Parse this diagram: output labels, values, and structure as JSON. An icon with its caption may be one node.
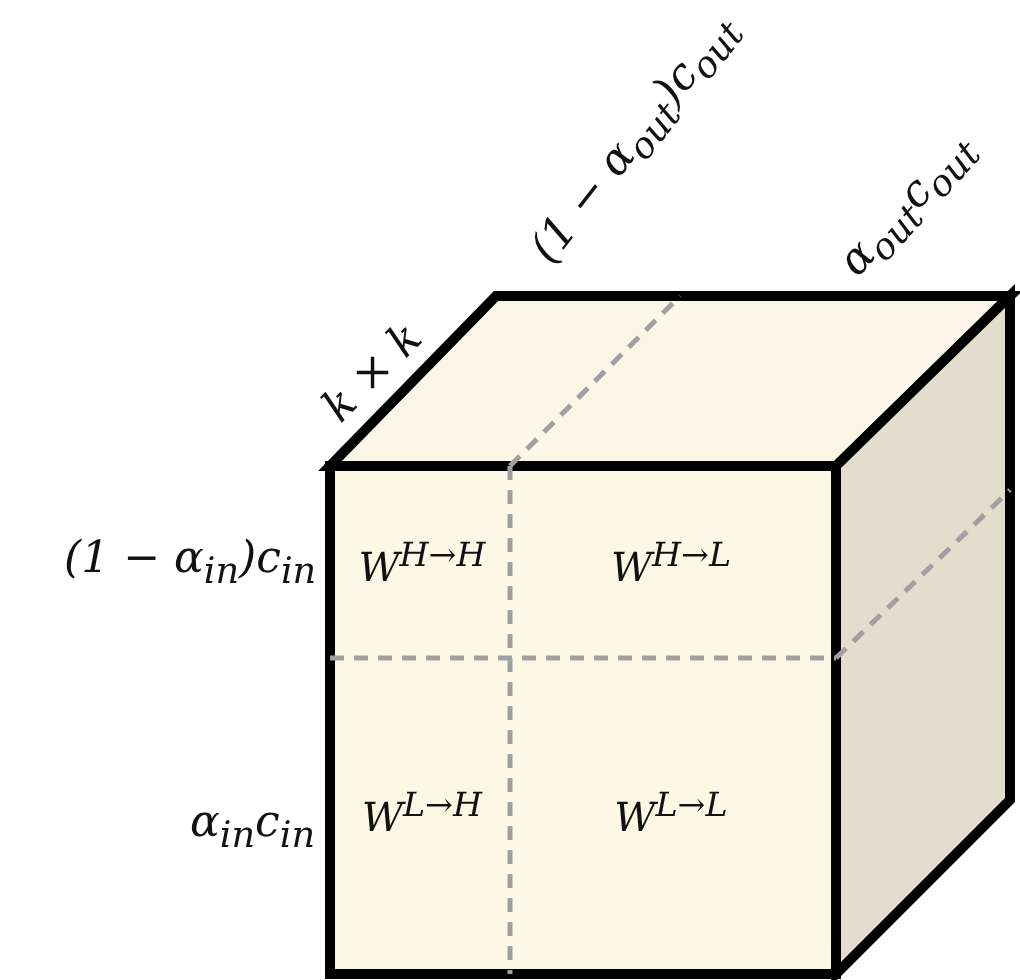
{
  "diagram": {
    "nodes": [
      {
        "text": [
          "W$^{H→H}$"
        ]
      },
      {
        "text": [
          "W$^{H→L}$"
        ]
      },
      {
        "text": [
          "W$^{L→H}$"
        ]
      },
      {
        "text": [
          "W$^{L→L}$"
        ]
      }
    ],
    "labels": [
      "k × k",
      "(1 − α$_{out}$)c$_{out}$",
      "α$_{out}$c$_{out}$",
      "(1 − α$_{in}$)c$_{in}$",
      "α$_{in}$c$_{in}$"
    ]
  }
}
